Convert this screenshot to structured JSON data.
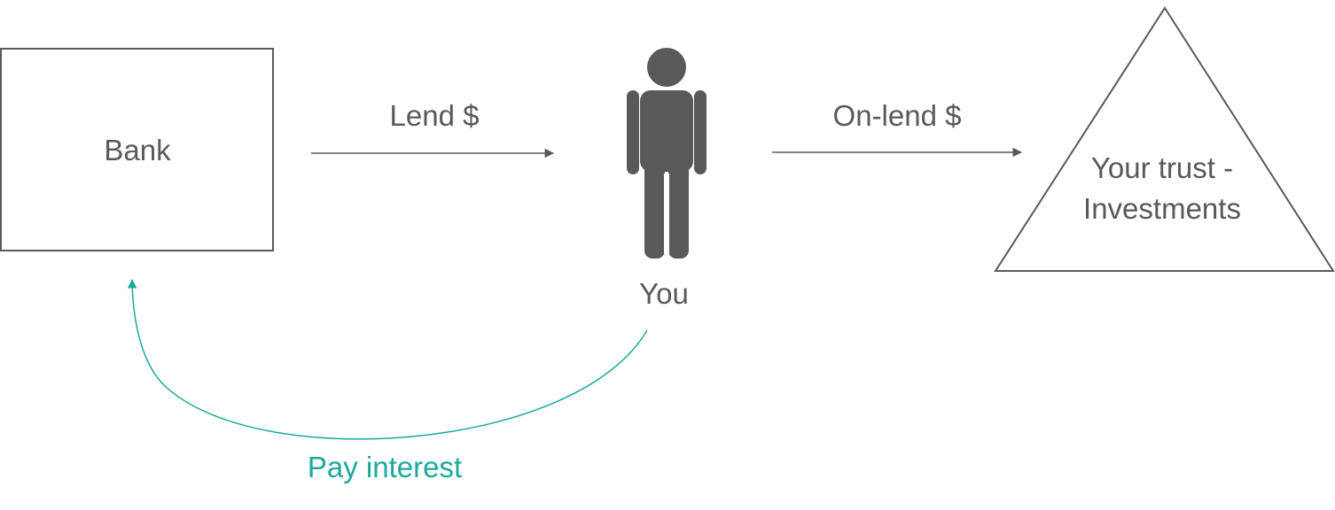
{
  "nodes": {
    "bank": {
      "label": "Bank"
    },
    "you": {
      "label": "You"
    },
    "trust": {
      "line1": "Your trust -",
      "line2": "Investments"
    }
  },
  "edges": {
    "bank_to_you": {
      "label": "Lend $"
    },
    "you_to_trust": {
      "label": "On-lend $"
    },
    "you_to_bank": {
      "label": "Pay interest"
    }
  },
  "colors": {
    "stroke": "#58595b",
    "figure": "#58595b",
    "accent": "#1aaa9b"
  },
  "icons": {
    "person": "person-icon"
  }
}
